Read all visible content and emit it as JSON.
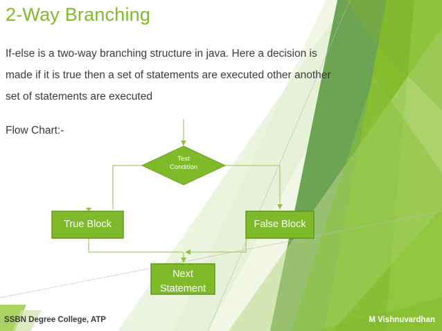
{
  "slide": {
    "title": "2-Way Branching",
    "body_paragraph": "If-else is a two-way branching structure in java. Here a decision is made if it is true then a set of statements are executed other another set of statements are executed",
    "flowchart_label": "Flow Chart:-"
  },
  "flowchart": {
    "nodes": [
      {
        "id": "test-condition",
        "shape": "diamond",
        "label": "Test\nCondition"
      },
      {
        "id": "true-block",
        "shape": "rectangle",
        "label": "True Block"
      },
      {
        "id": "false-block",
        "shape": "rectangle",
        "label": "False Block"
      },
      {
        "id": "next-statement",
        "shape": "rectangle",
        "label": "Next\nStatement"
      }
    ],
    "connectors": [
      {
        "from": "entry",
        "to": "test-condition"
      },
      {
        "from": "test-condition",
        "to": "true-block"
      },
      {
        "from": "test-condition",
        "to": "false-block"
      },
      {
        "from": "true-block",
        "to": "next-statement"
      },
      {
        "from": "false-block",
        "to": "next-statement"
      }
    ]
  },
  "footer": {
    "left": "SSBN Degree College, ATP",
    "right": "M Vishnuvardhan"
  },
  "colors": {
    "title_green": "#7FBA2B",
    "node_fill": "#7FBA2B",
    "node_stroke": "#5F9120",
    "connector": "#A9CE6B",
    "body_text": "#3a3a3a",
    "deco_dark_green": "#6DA453",
    "deco_mid_green": "#7FBA2B",
    "deco_light_green": "#9ACB45",
    "deco_pale_green": "#D9E8C4"
  }
}
